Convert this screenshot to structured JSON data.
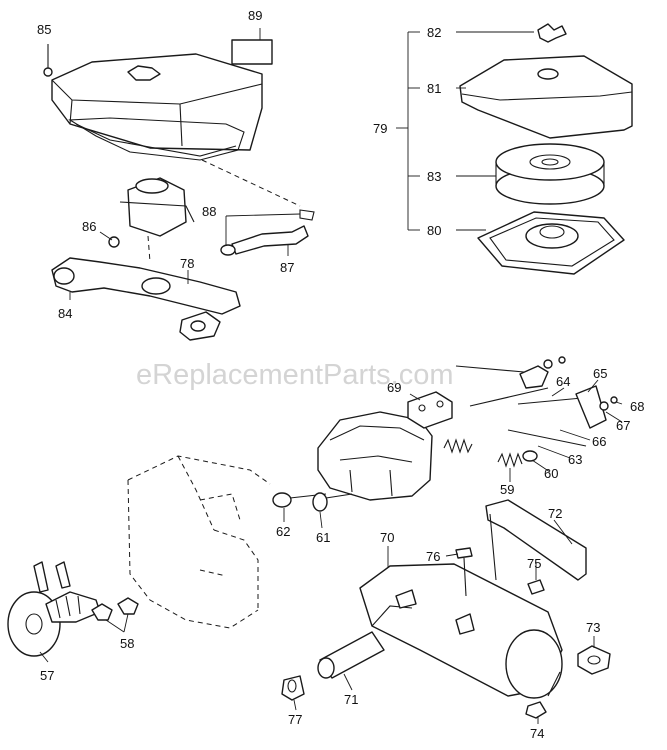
{
  "watermark": "eReplacementParts.com",
  "colors": {
    "line": "#1a1a1a",
    "watermark": "#d4d4d4",
    "background": "#ffffff"
  },
  "callouts": {
    "c57": "57",
    "c58": "58",
    "c59": "59",
    "c60": "60",
    "c61": "61",
    "c62": "62",
    "c63": "63",
    "c64": "64",
    "c65": "65",
    "c66": "66",
    "c67": "67",
    "c68": "68",
    "c69": "69",
    "c70": "70",
    "c71": "71",
    "c72": "72",
    "c73": "73",
    "c74": "74",
    "c75": "75",
    "c76": "76",
    "c77": "77",
    "c78": "78",
    "c79": "79",
    "c80": "80",
    "c81": "81",
    "c82": "82",
    "c83": "83",
    "c84": "84",
    "c85": "85",
    "c86": "86",
    "c87": "87",
    "c88": "88",
    "c89": "89"
  }
}
